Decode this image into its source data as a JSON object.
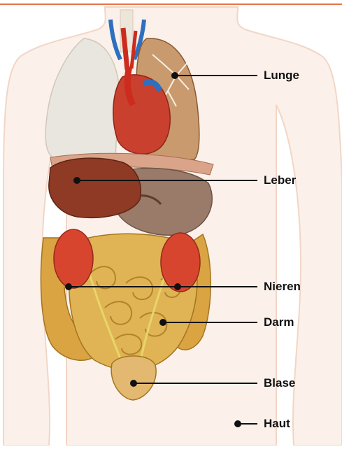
{
  "labels": {
    "lunge": "Lunge",
    "leber": "Leber",
    "nieren": "Nieren",
    "darm": "Darm",
    "blase": "Blase",
    "haut": "Haut"
  },
  "colors": {
    "top_rule": "#e8734a",
    "body_outline": "#f2d6c6",
    "leader_line": "#111111",
    "lung_left": "#e9e6df",
    "lung_right": "#c99a6e",
    "heart": "#c9402e",
    "liver": "#8e3a24",
    "stomach": "#9a7a68",
    "kidney": "#d8452f",
    "intestine": "#d9a441",
    "bladder": "#e3b870",
    "vessel_blue": "#2f6fbf",
    "vessel_red": "#cc2b1d"
  }
}
